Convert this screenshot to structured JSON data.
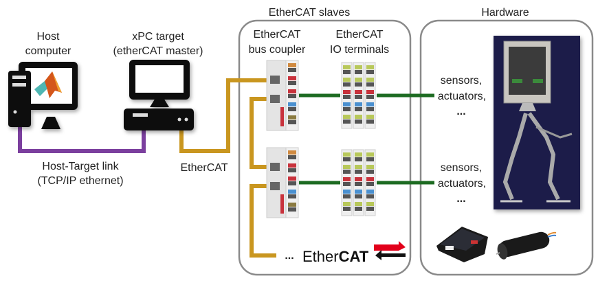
{
  "titles": {
    "host_line1": "Host",
    "host_line2": "computer",
    "xpc_line1": "xPC target",
    "xpc_line2": "(etherCAT master)",
    "slaves": "EtherCAT slaves",
    "hardware": "Hardware",
    "coupler_line1": "EtherCAT",
    "coupler_line2": "bus coupler",
    "io_line1": "EtherCAT",
    "io_line2": "IO terminals"
  },
  "links": {
    "host_target_line1": "Host-Target link",
    "host_target_line2": "(TCP/IP ethernet)",
    "ethercat": "EtherCAT"
  },
  "hardware_labels": [
    {
      "line1": "sensors,",
      "line2": "actuators,",
      "line3": "..."
    },
    {
      "line1": "sensors,",
      "line2": "actuators,",
      "line3": "..."
    }
  ],
  "chain_continuation": "...",
  "logo": {
    "text_regular": "Ether",
    "text_bold": "CAT"
  },
  "colors": {
    "host_link": "#7b3f9e",
    "ethercat_cable": "#c9961f",
    "io_link": "#1d6b22",
    "logo_red": "#e2001a"
  }
}
